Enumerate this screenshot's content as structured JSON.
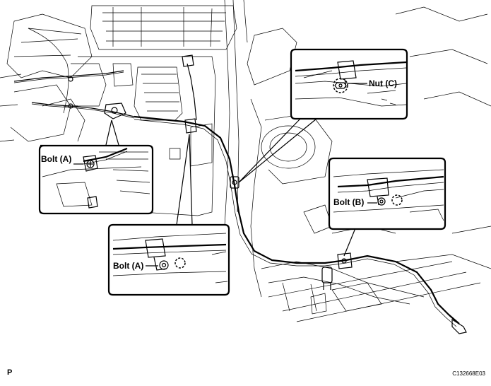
{
  "labels": {
    "bolt_a_top": "Bolt (A)",
    "bolt_a_bottom": "Bolt (A)",
    "bolt_b": "Bolt (B)",
    "nut_c": "Nut (C)"
  },
  "footer": {
    "corner_mark": "P",
    "figure_code": "C132668E03"
  },
  "icons": [
    "bolt-icon",
    "nut-icon",
    "cable-clamp-icon"
  ]
}
